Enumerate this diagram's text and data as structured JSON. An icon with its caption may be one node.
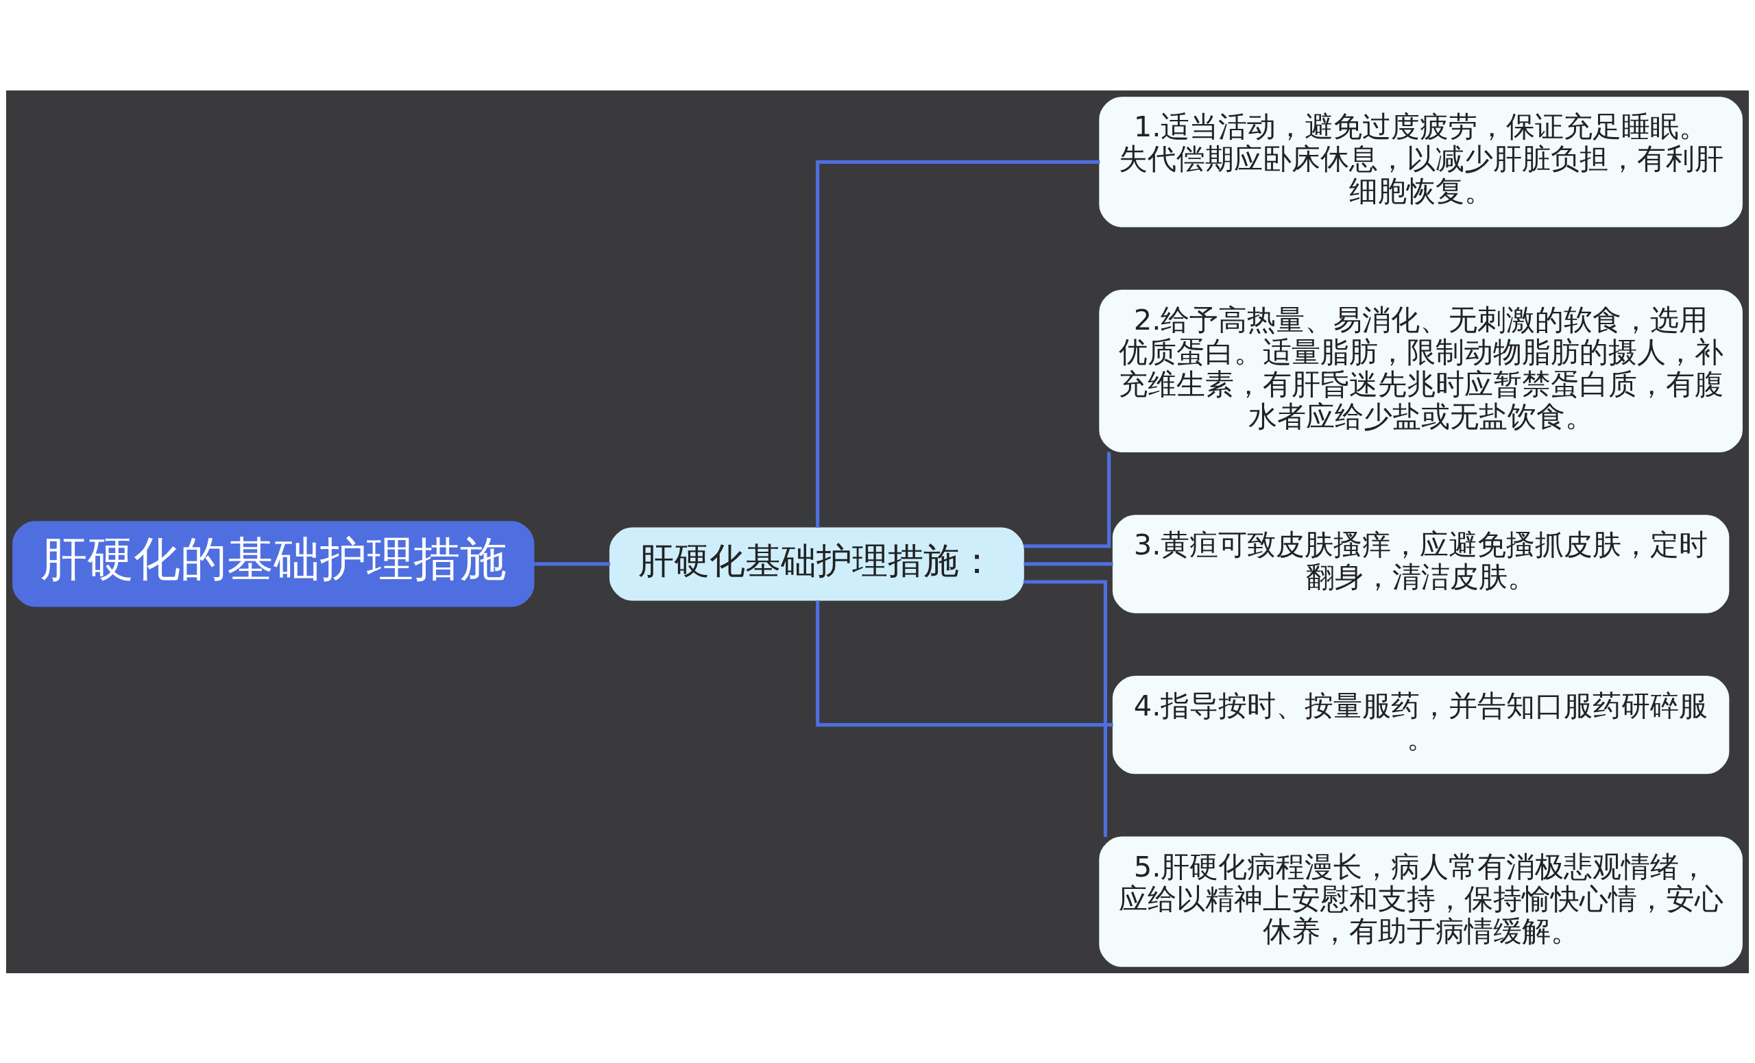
{
  "diagram": {
    "nodes": [
      {
        "text": [
          "肝硬化的基础护理措施"
        ]
      },
      {
        "text": [
          "肝硬化基础护理措施："
        ]
      },
      {
        "text": [
          "1.适当活动，避免过度疲劳，保证充足睡眠。失代偿期应卧床休息，以减少肝脏负担，有利肝细胞恢复。"
        ]
      },
      {
        "text": [
          "2.给予高热量、易消化、无刺激的软食，选用优质蛋白。适量脂肪，限制动物脂肪的摄人，补充维生素，有肝昏迷先兆时应暂禁蛋白质，有腹水者应给少盐或无盐饮食。"
        ]
      },
      {
        "text": [
          "3.黄疸可致皮肤搔痒，应避免搔抓皮肤，定时翻身，清洁皮肤。"
        ]
      },
      {
        "text": [
          "4.指导按时、按量服药，并告知口服药研碎服。"
        ]
      },
      {
        "text": [
          "5.肝硬化病程漫长，病人常有消极悲观情绪，应给以精神上安慰和支持，保持愉快心情，安心休养，有助于病情缓解。"
        ]
      }
    ],
    "edges": [
      {
        "from": 0,
        "to": 1,
        "arrow": "none"
      },
      {
        "from": 1,
        "to": 2,
        "arrow": "none"
      },
      {
        "from": 1,
        "to": 3,
        "arrow": "none"
      },
      {
        "from": 1,
        "to": 4,
        "arrow": "none"
      },
      {
        "from": 1,
        "to": 5,
        "arrow": "none"
      },
      {
        "from": 1,
        "to": 6,
        "arrow": "none"
      }
    ]
  }
}
